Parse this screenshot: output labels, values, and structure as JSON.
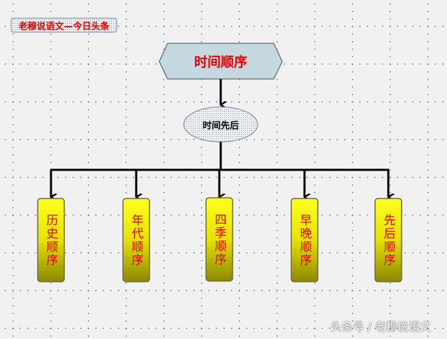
{
  "badge": {
    "text": "老穆说语文—今日头条"
  },
  "root": {
    "text": "时间顺序"
  },
  "middle": {
    "text": "时间先后"
  },
  "leaves": [
    {
      "text": "历史顺序"
    },
    {
      "text": "年代顺序"
    },
    {
      "text": "四季顺序"
    },
    {
      "text": "早晚顺序"
    },
    {
      "text": "先后顺序"
    }
  ],
  "watermark": {
    "text": "头条号 / 老穆说语文"
  },
  "colors": {
    "background": "#f1f1f1",
    "hexagon": "#c5d7df",
    "leaf_top": "#ffff20",
    "leaf_bottom": "#8c8800",
    "text_red": "#e00000"
  }
}
